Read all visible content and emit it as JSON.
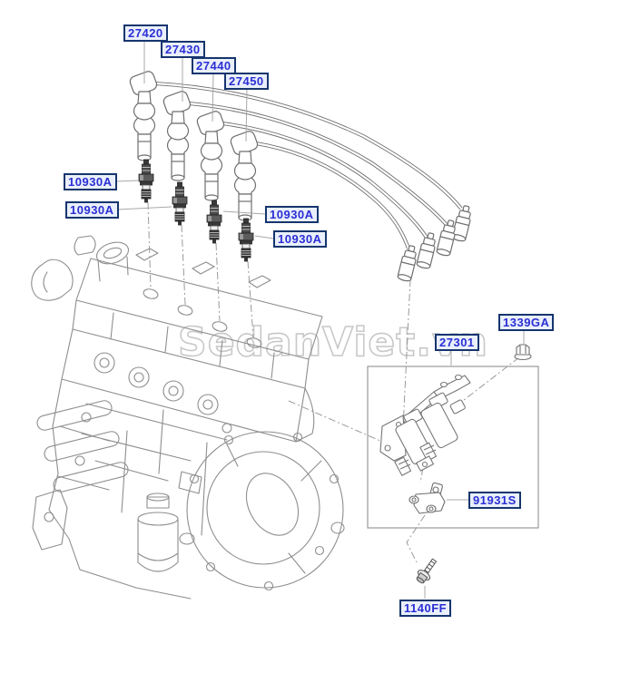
{
  "watermark": {
    "text": "SedanViet.vn",
    "color": "#c8c8c8"
  },
  "colors": {
    "label_border": "#16356e",
    "label_background": "#e9effb",
    "label_text": "#2b2fd4",
    "line_art": "#8e8e8e",
    "part_line": "#6f6f6f",
    "dark_part": "#333333",
    "leader_line": "#a8a8a8"
  },
  "labels": [
    {
      "text": "27420"
    },
    {
      "text": "27430"
    },
    {
      "text": "27440"
    },
    {
      "text": "27450"
    },
    {
      "text": "10930A"
    },
    {
      "text": "10930A"
    },
    {
      "text": "10930A"
    },
    {
      "text": "10930A"
    },
    {
      "text": "1339GA"
    },
    {
      "text": "27301"
    },
    {
      "text": "91931S"
    },
    {
      "text": "1140FF"
    }
  ]
}
